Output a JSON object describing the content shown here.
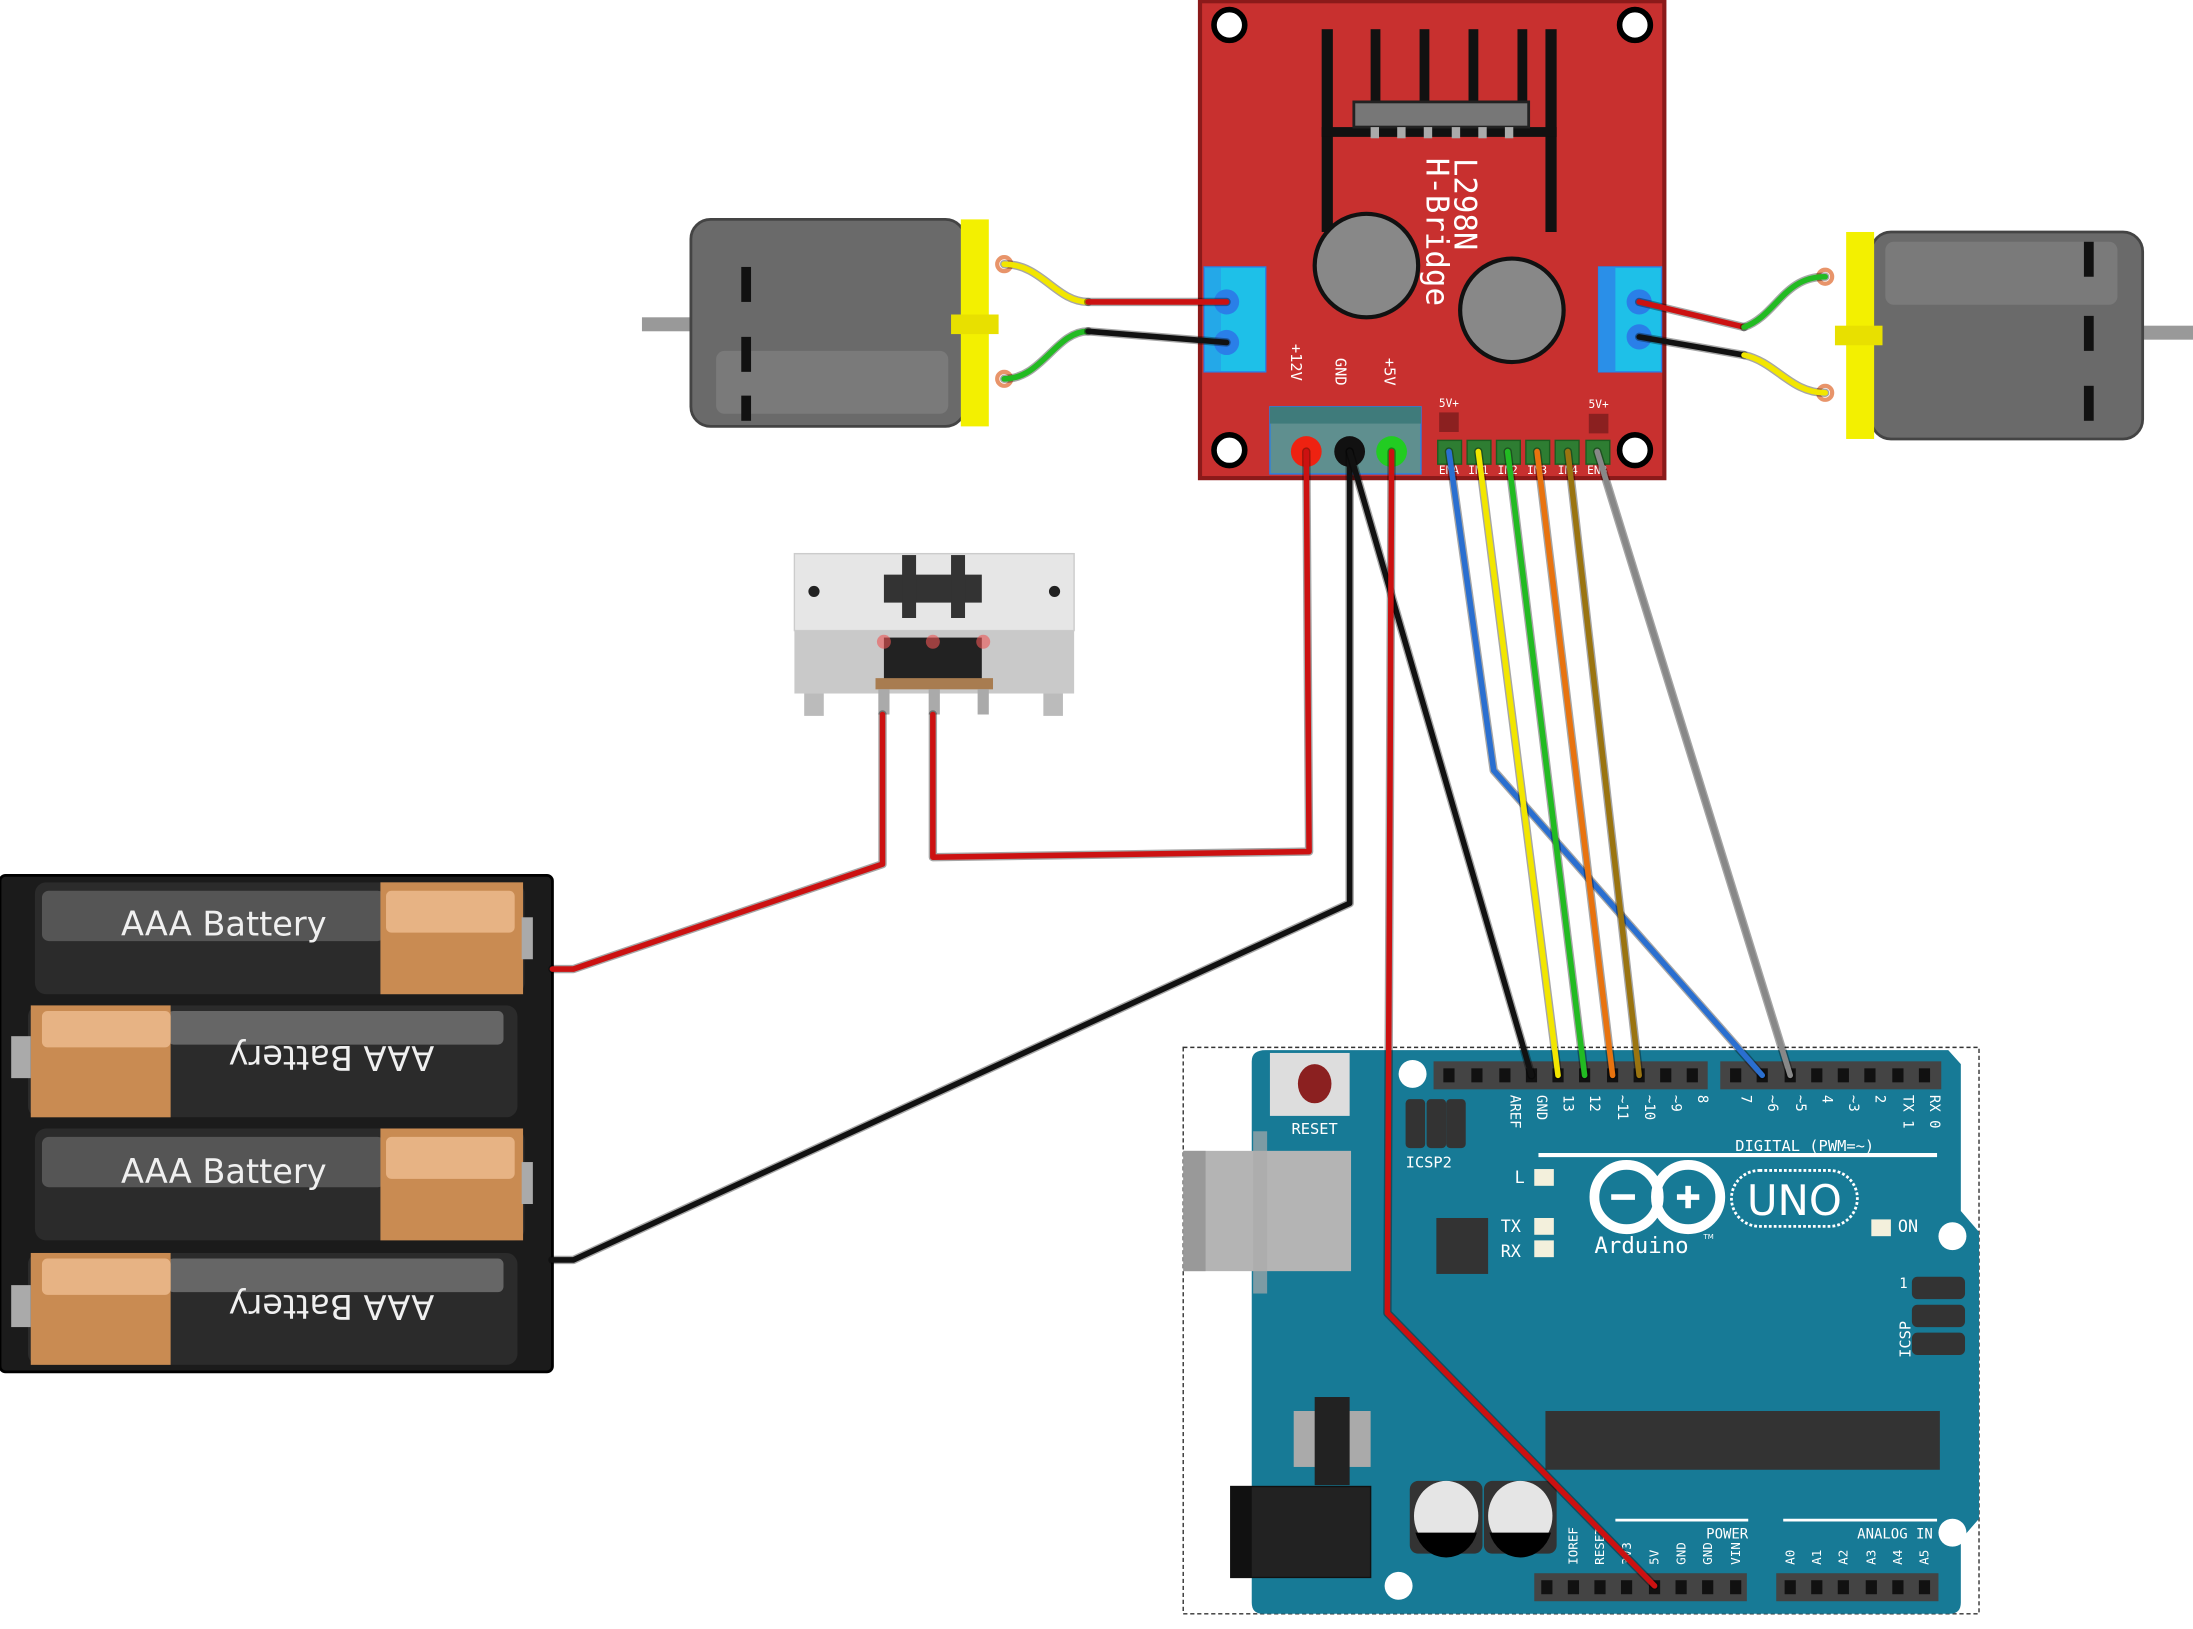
{
  "hbridge": {
    "title_line1": "L298N",
    "title_line2": "H-Bridge",
    "power_labels": [
      "+12V",
      "GND",
      "+5V"
    ],
    "pad_label": "5V+",
    "pin_labels": [
      "ENA",
      "IN1",
      "IN2",
      "IN3",
      "IN4",
      "ENB"
    ],
    "color": "#c8302f"
  },
  "battery": {
    "cells": [
      "AAA Battery",
      "AAA Battery",
      "AAA Battery",
      "AAA Battery"
    ]
  },
  "arduino": {
    "reset_label": "RESET",
    "icsp2_label": "ICSP2",
    "icsp_label": "ICSP",
    "led_labels": [
      "L",
      "TX",
      "RX",
      "ON"
    ],
    "brand": "Arduino",
    "tm": "TM",
    "model": "UNO",
    "digital_label": "DIGITAL (PWM=~)",
    "digital_pins": [
      "AREF",
      "GND",
      "13",
      "12",
      "~11",
      "~10",
      "~9",
      "8",
      "7",
      "~6",
      "~5",
      "4",
      "~3",
      "2",
      "TX 1",
      "RX 0"
    ],
    "power_label": "POWER",
    "power_pins": [
      "IOREF",
      "RESET",
      "3V3",
      "5V",
      "GND",
      "GND",
      "VIN"
    ],
    "analog_label": "ANALOG IN",
    "analog_pins": [
      "A0",
      "A1",
      "A2",
      "A3",
      "A4",
      "A5"
    ],
    "icsp_pin1": "1",
    "color": "#177a96"
  },
  "wire_colors": {
    "red": "#cc1111",
    "black": "#111111",
    "blue": "#2a6fd0",
    "yellow": "#f2e600",
    "green": "#22bb22",
    "orange": "#e8730f",
    "brown": "#9a7410",
    "gray": "#888888"
  }
}
